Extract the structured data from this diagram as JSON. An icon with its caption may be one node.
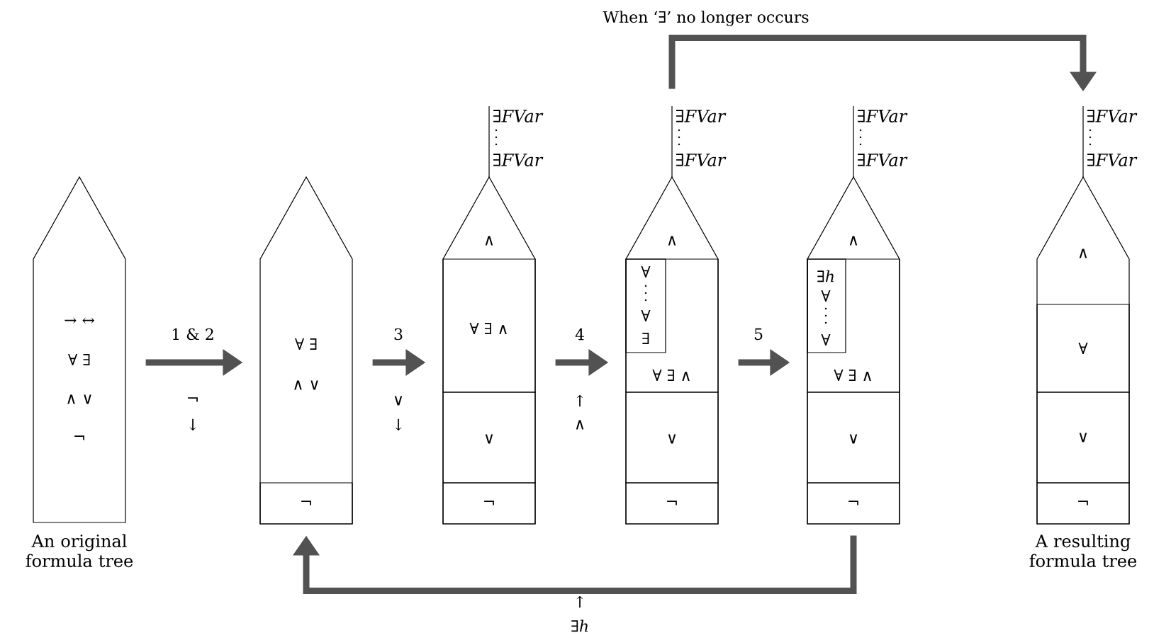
{
  "diagram": {
    "nodes": [
      {
        "text": [
          "→ ↔",
          "∀ ∃",
          "∧ ∨",
          "¬"
        ],
        "beside": [
          "An original formula tree"
        ]
      },
      {
        "text": [
          "∀ ∃",
          "∧ ∨"
        ]
      },
      {
        "text": [
          "¬"
        ],
        "in": 1
      },
      {
        "text": [
          "∧"
        ],
        "beside": [
          "∃*FVar*",
          "∃*FVar*"
        ]
      },
      {
        "text": [
          "∀ ∃ ∧"
        ],
        "in": 3
      },
      {
        "text": [
          "∨"
        ],
        "in": 3
      },
      {
        "text": [
          "¬"
        ],
        "in": 3
      },
      {
        "text": [
          "∧"
        ],
        "beside": [
          "∃*FVar*",
          "∃*FVar*"
        ]
      },
      {
        "text": [
          "∀ ∃ ∧"
        ],
        "in": 7
      },
      {
        "text": [
          "∀",
          "∀",
          "∃"
        ],
        "in": 8
      },
      {
        "text": [
          "∨"
        ],
        "in": 7
      },
      {
        "text": [
          "¬"
        ],
        "in": 7
      },
      {
        "text": [
          "∧"
        ],
        "beside": [
          "∃*FVar*",
          "∃*FVar*"
        ]
      },
      {
        "text": [
          "∀ ∃ ∧"
        ],
        "in": 12
      },
      {
        "text": [
          "∃*h*",
          "∀",
          "∀"
        ],
        "in": 13
      },
      {
        "text": [
          "∨"
        ],
        "in": 12
      },
      {
        "text": [
          "¬"
        ],
        "in": 12
      },
      {
        "text": [
          "∧"
        ],
        "beside": [
          "∃*FVar*",
          "∃*FVar*",
          "A resulting formula tree"
        ]
      },
      {
        "text": [
          "∀"
        ],
        "in": 17
      },
      {
        "text": [
          "∨"
        ],
        "in": 17
      },
      {
        "text": [
          "¬"
        ],
        "in": 17
      }
    ],
    "edges": [
      {
        "from": 0,
        "to": 1,
        "arrow": "to",
        "label": "1 & 2"
      },
      {
        "from": 1,
        "to": 3,
        "arrow": "to",
        "label": "3"
      },
      {
        "from": 3,
        "to": 7,
        "arrow": "to",
        "label": "4"
      },
      {
        "from": 7,
        "to": 12,
        "arrow": "to",
        "label": "5"
      },
      {
        "from": 12,
        "to": 1,
        "arrow": "to"
      },
      {
        "from": 7,
        "to": 17,
        "arrow": "to",
        "label": "When ‘∃’ no longer occurs"
      }
    ],
    "labels": [
      "¬",
      "↓",
      "∨",
      "↓",
      "↑",
      "∧",
      "↑",
      "∃*h*"
    ]
  }
}
